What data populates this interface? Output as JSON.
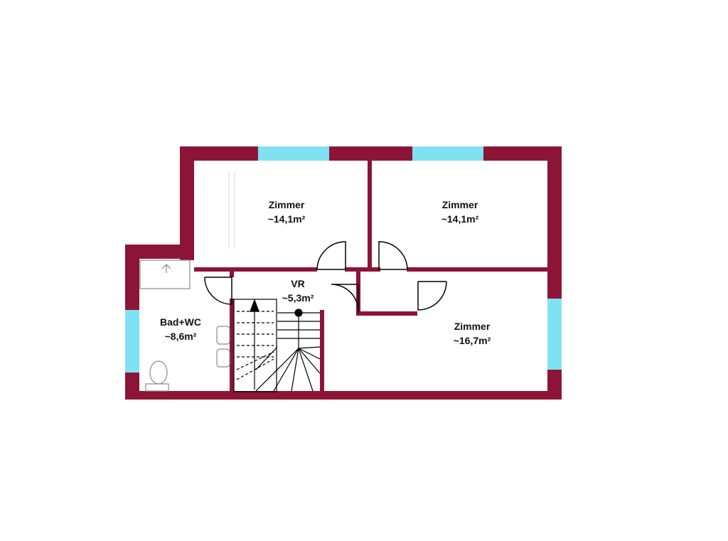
{
  "colors": {
    "wall": "#8c1537",
    "window": "#7fe2f3",
    "fixture": "#8a8a8a",
    "line": "#000000"
  },
  "rooms": [
    {
      "name": "Zimmer",
      "area": "~14,1m²"
    },
    {
      "name": "Zimmer",
      "area": "~14,1m²"
    },
    {
      "name": "VR",
      "area": "~5,3m²"
    },
    {
      "name": "Zimmer",
      "area": "~16,7m²"
    },
    {
      "name": "Bad+WC",
      "area": "~8,6m²"
    }
  ],
  "icons": [
    "staircase-icon",
    "shower-icon",
    "toilet-icon",
    "sink-icon",
    "door-swing-icon"
  ]
}
